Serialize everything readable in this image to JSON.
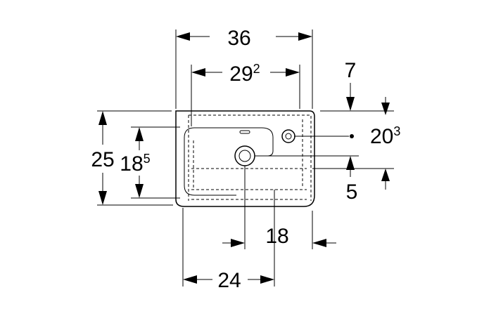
{
  "dimensions": {
    "overall_width": "36",
    "bowl_width": {
      "base": "29",
      "sup": "2"
    },
    "top_offset": "7",
    "tap_hole_height": {
      "base": "20",
      "sup": "3"
    },
    "overall_depth": "25",
    "bowl_depth": {
      "base": "18",
      "sup": "5"
    },
    "drain_offset": "5",
    "drain_to_edge": "18",
    "drain_from_left": "24"
  }
}
